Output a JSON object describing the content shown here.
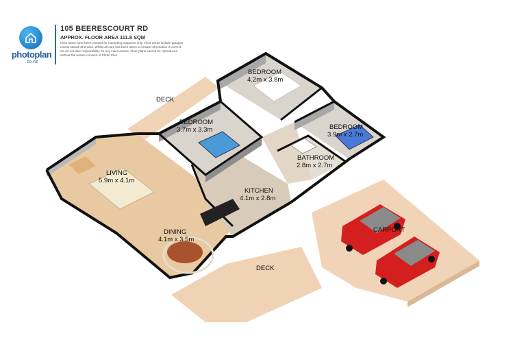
{
  "brand": {
    "name": "photoplan",
    "domain": ".co.nz"
  },
  "property": {
    "address": "105 BEERESCOURT RD",
    "floor_area": "APPROX. FLOOR AREA 111.8 SQM",
    "disclaimer": "Floor plans have been created for marketing purposes only. Floor areas include garages unless stated otherwise. Whilst all care has been taken to ensure information is correct, we do not take responsibility for any inaccuracies. Floor plans cannot be reproduced without the written consent of Photo Plan."
  },
  "rooms": {
    "bedroom1": {
      "name": "BEDROOM",
      "dims": "4.2m x 3.8m"
    },
    "bedroom2": {
      "name": "BEDROOM",
      "dims": "3.7m x 3.3m"
    },
    "bedroom3": {
      "name": "BEDROOM",
      "dims": "3.9m x 2.7m"
    },
    "bathroom": {
      "name": "BATHROOM",
      "dims": "2.8m x 2.7m"
    },
    "living": {
      "name": "LIVING",
      "dims": "5.9m x 4.1m"
    },
    "kitchen": {
      "name": "KITCHEN",
      "dims": "4.1m x 2.8m"
    },
    "dining": {
      "name": "DINING",
      "dims": "4.1m x 3.5m"
    }
  },
  "zones": {
    "deck_top": "DECK",
    "deck_bottom": "DECK",
    "carport": "CARPORT"
  },
  "colors": {
    "brand_blue": "#1d6fb0",
    "wall": "#111111",
    "floor_wood": "#e9c9a1",
    "carpet": "#d9d4cc",
    "deck": "#f0d2b4",
    "car_red": "#d41f1f"
  }
}
